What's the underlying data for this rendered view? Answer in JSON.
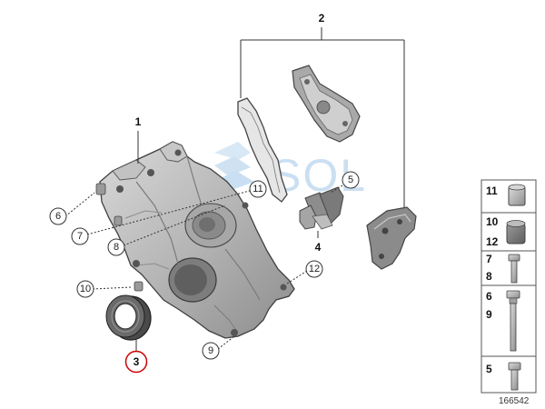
{
  "diagram": {
    "labels": {
      "l1": "1",
      "l2": "2",
      "l3": "3",
      "l4": "4",
      "l5": "5",
      "l6": "6",
      "l7": "7",
      "l8": "8",
      "l9": "9",
      "l10": "10",
      "l11": "11",
      "l12": "12"
    },
    "watermark": "SOL",
    "diagram_id": "166542"
  },
  "legend": {
    "rows": [
      {
        "nums": [
          "11"
        ]
      },
      {
        "nums": [
          "10",
          "12"
        ]
      },
      {
        "nums": [
          "7",
          "8"
        ]
      },
      {
        "nums": [
          "6",
          "9"
        ]
      },
      {
        "nums": [
          "5"
        ]
      }
    ]
  },
  "colors": {
    "highlight_circle": "#cc0000",
    "part_fill": "#b9b9b9",
    "part_dark": "#6f6f6f",
    "watermark": "#9fc5e8"
  }
}
